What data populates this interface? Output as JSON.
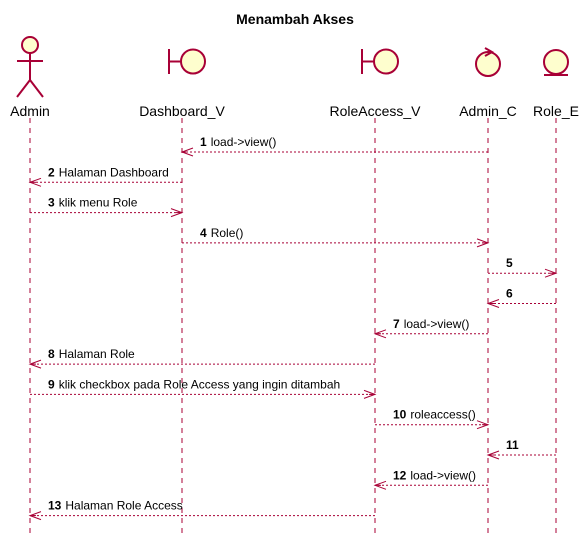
{
  "diagram": {
    "title": "Menambah Akses",
    "colors": {
      "line": "#A80036",
      "fill": "#FEFECE",
      "text": "#000000",
      "background": "#FFFFFF"
    },
    "participants": [
      {
        "id": "admin",
        "label": "Admin",
        "kind": "actor-icon"
      },
      {
        "id": "dashboard",
        "label": "Dashboard_V",
        "kind": "boundary-icon"
      },
      {
        "id": "roleaccess",
        "label": "RoleAccess_V",
        "kind": "boundary-icon"
      },
      {
        "id": "adminc",
        "label": "Admin_C",
        "kind": "control-icon"
      },
      {
        "id": "rolee",
        "label": "Role_E",
        "kind": "entity-icon"
      }
    ],
    "messages": [
      {
        "num": "1",
        "text": "load->view()",
        "from": "adminc",
        "to": "dashboard"
      },
      {
        "num": "2",
        "text": "Halaman Dashboard",
        "from": "dashboard",
        "to": "admin"
      },
      {
        "num": "3",
        "text": "klik menu Role",
        "from": "admin",
        "to": "dashboard"
      },
      {
        "num": "4",
        "text": "Role()",
        "from": "dashboard",
        "to": "adminc"
      },
      {
        "num": "5",
        "text": "",
        "from": "adminc",
        "to": "rolee"
      },
      {
        "num": "6",
        "text": "",
        "from": "rolee",
        "to": "adminc"
      },
      {
        "num": "7",
        "text": "load->view()",
        "from": "adminc",
        "to": "roleaccess"
      },
      {
        "num": "8",
        "text": "Halaman Role",
        "from": "roleaccess",
        "to": "admin"
      },
      {
        "num": "9",
        "text": "klik checkbox pada Role Access yang ingin ditambah",
        "from": "admin",
        "to": "roleaccess"
      },
      {
        "num": "10",
        "text": "roleaccess()",
        "from": "roleaccess",
        "to": "adminc"
      },
      {
        "num": "11",
        "text": "",
        "from": "rolee",
        "to": "adminc"
      },
      {
        "num": "12",
        "text": "load->view()",
        "from": "adminc",
        "to": "roleaccess"
      },
      {
        "num": "13",
        "text": "Halaman Role Access",
        "from": "roleaccess",
        "to": "admin"
      }
    ]
  }
}
